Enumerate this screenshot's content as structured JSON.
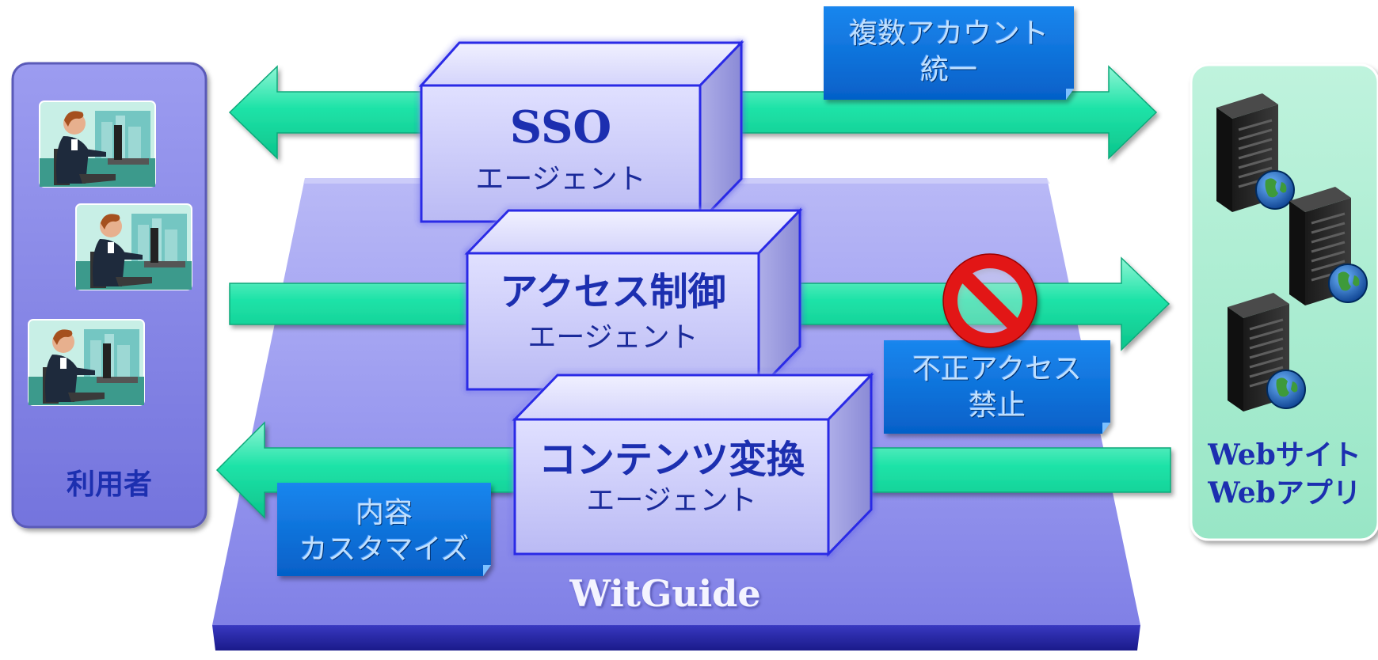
{
  "users_panel": {
    "label": "利用者"
  },
  "web_panel": {
    "label_line1": "Webサイト",
    "label_line2": "Webアプリ"
  },
  "platform": {
    "label": "WitGuide"
  },
  "agents": [
    {
      "title": "SSO",
      "subtitle": "エージェント"
    },
    {
      "title": "アクセス制御",
      "subtitle": "エージェント"
    },
    {
      "title": "コンテンツ変換",
      "subtitle": "エージェント"
    }
  ],
  "tags": {
    "multi_account": {
      "line1": "複数アカウント",
      "line2": "統一"
    },
    "unauthorized": {
      "line1": "不正アクセス",
      "line2": "禁止"
    },
    "customize": {
      "line1": "内容",
      "line2": "カスタマイズ"
    }
  },
  "colors": {
    "arrow": "#17e2a6",
    "tag": "#0670dc",
    "users_panel": "#8585e8",
    "web_panel": "#a6ecd0",
    "platform": "#8e8ef0",
    "agent_box": "#cfcffc",
    "prohibit": "#e01010"
  },
  "icons": [
    "user-at-computer-icon",
    "server-globe-icon",
    "prohibited-icon"
  ]
}
